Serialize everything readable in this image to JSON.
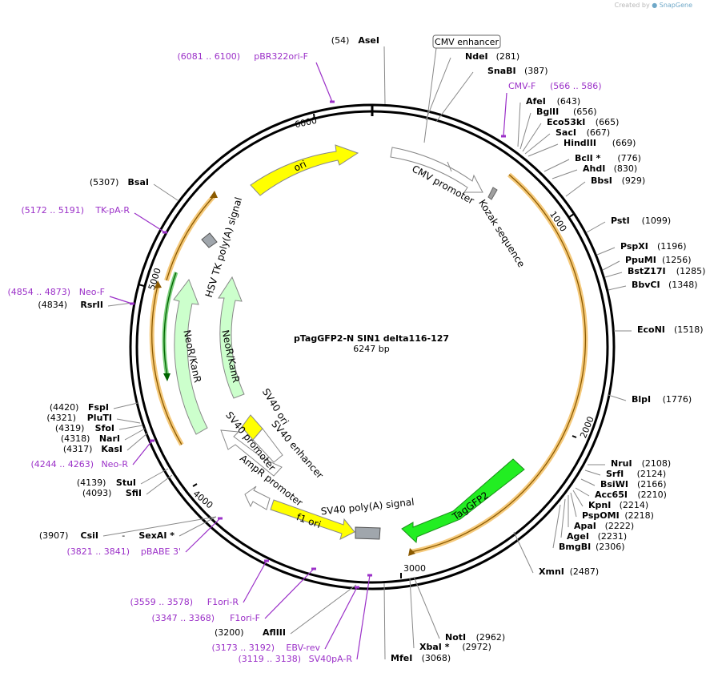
{
  "credit": {
    "prefix": "Created by",
    "brand": "SnapGene"
  },
  "plasmid": {
    "name": "pTagGFP2-N SIN1 delta116-127",
    "length_label": "6247 bp",
    "length": 6247
  },
  "ticks": [
    "1000",
    "2000",
    "3000",
    "4000",
    "5000",
    "6000"
  ],
  "features": [
    {
      "name": "CMV promoter",
      "label": "CMV promoter",
      "color": "#ffffff"
    },
    {
      "name": "Kozak sequence",
      "label": "Kozak sequence",
      "color": "#a0a0a0"
    },
    {
      "name": "TagGFP2",
      "label": "TagGFP2",
      "color": "#22ee22"
    },
    {
      "name": "SV40 poly(A) signal",
      "label": "SV40 poly(A) signal",
      "color": "#a0a0a0"
    },
    {
      "name": "f1 ori",
      "label": "f1 ori",
      "color": "#ffff00"
    },
    {
      "name": "AmpR promoter",
      "label": "AmpR promoter",
      "color": "#ffffff"
    },
    {
      "name": "SV40 promoter",
      "label": "SV40 promoter",
      "color": "#ffffff"
    },
    {
      "name": "SV40 ori",
      "label": "SV40 ori",
      "color": "#ffff00"
    },
    {
      "name": "SV40 enhancer",
      "label": "SV40 enhancer",
      "color": "#ffffff"
    },
    {
      "name": "NeoR/KanR outer",
      "label": "NeoR/KanR",
      "color": "#ccffcc"
    },
    {
      "name": "NeoR/KanR inner",
      "label": "NeoR/KanR",
      "color": "#ccffcc"
    },
    {
      "name": "HSV TK poly(A) signal",
      "label": "HSV TK poly(A) signal",
      "color": "#a0a0a0"
    },
    {
      "name": "ori",
      "label": "ori",
      "color": "#ffff00"
    }
  ],
  "callout": {
    "label": "CMV enhancer"
  },
  "right_labels": [
    {
      "name": "NdeI",
      "pos": "(281)",
      "kind": "enzyme"
    },
    {
      "name": "SnaBI",
      "pos": "(387)",
      "kind": "enzyme"
    },
    {
      "name": "CMV-F",
      "pos": "(566 .. 586)",
      "kind": "primer"
    },
    {
      "name": "AfeI",
      "pos": "(643)",
      "kind": "enzyme"
    },
    {
      "name": "BglII",
      "pos": "(656)",
      "kind": "enzyme"
    },
    {
      "name": "Eco53kI",
      "pos": "(665)",
      "kind": "enzyme"
    },
    {
      "name": "SacI",
      "pos": "(667)",
      "kind": "enzyme"
    },
    {
      "name": "HindIII",
      "pos": "(669)",
      "kind": "enzyme"
    },
    {
      "name": "BclI *",
      "pos": "(776)",
      "kind": "enzyme"
    },
    {
      "name": "AhdI",
      "pos": "(830)",
      "kind": "enzyme"
    },
    {
      "name": "BbsI",
      "pos": "(929)",
      "kind": "enzyme"
    },
    {
      "name": "PstI",
      "pos": "(1099)",
      "kind": "enzyme"
    },
    {
      "name": "PspXI",
      "pos": "(1196)",
      "kind": "enzyme"
    },
    {
      "name": "PpuMI",
      "pos": "(1256)",
      "kind": "enzyme"
    },
    {
      "name": "BstZ17I",
      "pos": "(1285)",
      "kind": "enzyme"
    },
    {
      "name": "BbvCI",
      "pos": "(1348)",
      "kind": "enzyme"
    },
    {
      "name": "EcoNI",
      "pos": "(1518)",
      "kind": "enzyme"
    },
    {
      "name": "BlpI",
      "pos": "(1776)",
      "kind": "enzyme"
    },
    {
      "name": "NruI",
      "pos": "(2108)",
      "kind": "enzyme"
    },
    {
      "name": "SrfI",
      "pos": "(2124)",
      "kind": "enzyme"
    },
    {
      "name": "BsiWI",
      "pos": "(2166)",
      "kind": "enzyme"
    },
    {
      "name": "Acc65I",
      "pos": "(2210)",
      "kind": "enzyme"
    },
    {
      "name": "KpnI",
      "pos": "(2214)",
      "kind": "enzyme"
    },
    {
      "name": "PspOMI",
      "pos": "(2218)",
      "kind": "enzyme"
    },
    {
      "name": "ApaI",
      "pos": "(2222)",
      "kind": "enzyme"
    },
    {
      "name": "AgeI",
      "pos": "(2231)",
      "kind": "enzyme"
    },
    {
      "name": "BmgBI",
      "pos": "(2306)",
      "kind": "enzyme"
    },
    {
      "name": "XmnI",
      "pos": "(2487)",
      "kind": "enzyme"
    },
    {
      "name": "NotI",
      "pos": "(2962)",
      "kind": "enzyme"
    },
    {
      "name": "XbaI *",
      "pos": "(2972)",
      "kind": "enzyme"
    },
    {
      "name": "MfeI",
      "pos": "(3068)",
      "kind": "enzyme"
    }
  ],
  "left_labels": [
    {
      "name": "AseI",
      "pos": "(54)",
      "kind": "enzyme"
    },
    {
      "name": "pBR322ori-F",
      "pos": "(6081 .. 6100)",
      "kind": "primer"
    },
    {
      "name": "BsaI",
      "pos": "(5307)",
      "kind": "enzyme"
    },
    {
      "name": "TK-pA-R",
      "pos": "(5172 .. 5191)",
      "kind": "primer"
    },
    {
      "name": "Neo-F",
      "pos": "(4854 .. 4873)",
      "kind": "primer"
    },
    {
      "name": "RsrII",
      "pos": "(4834)",
      "kind": "enzyme"
    },
    {
      "name": "FspI",
      "pos": "(4420)",
      "kind": "enzyme"
    },
    {
      "name": "PluTI",
      "pos": "(4321)",
      "kind": "enzyme"
    },
    {
      "name": "SfoI",
      "pos": "(4319)",
      "kind": "enzyme"
    },
    {
      "name": "NarI",
      "pos": "(4318)",
      "kind": "enzyme"
    },
    {
      "name": "KasI",
      "pos": "(4317)",
      "kind": "enzyme"
    },
    {
      "name": "Neo-R",
      "pos": "(4244 .. 4263)",
      "kind": "primer"
    },
    {
      "name": "StuI",
      "pos": "(4139)",
      "kind": "enzyme"
    },
    {
      "name": "SfiI",
      "pos": "(4093)",
      "kind": "enzyme"
    },
    {
      "name": "CsiI",
      "pos": "(3907)",
      "kind": "enzyme"
    },
    {
      "name": "SexAI *",
      "pos": "",
      "kind": "enzyme"
    },
    {
      "name": "pBABE 3'",
      "pos": "(3821 .. 3841)",
      "kind": "primer"
    },
    {
      "name": "F1ori-R",
      "pos": "(3559 .. 3578)",
      "kind": "primer"
    },
    {
      "name": "F1ori-F",
      "pos": "(3347 .. 3368)",
      "kind": "primer"
    },
    {
      "name": "AflIII",
      "pos": "(3200)",
      "kind": "enzyme"
    },
    {
      "name": "EBV-rev",
      "pos": "(3173 .. 3192)",
      "kind": "primer"
    },
    {
      "name": "SV40pA-R",
      "pos": "(3119 .. 3138)",
      "kind": "primer"
    }
  ]
}
